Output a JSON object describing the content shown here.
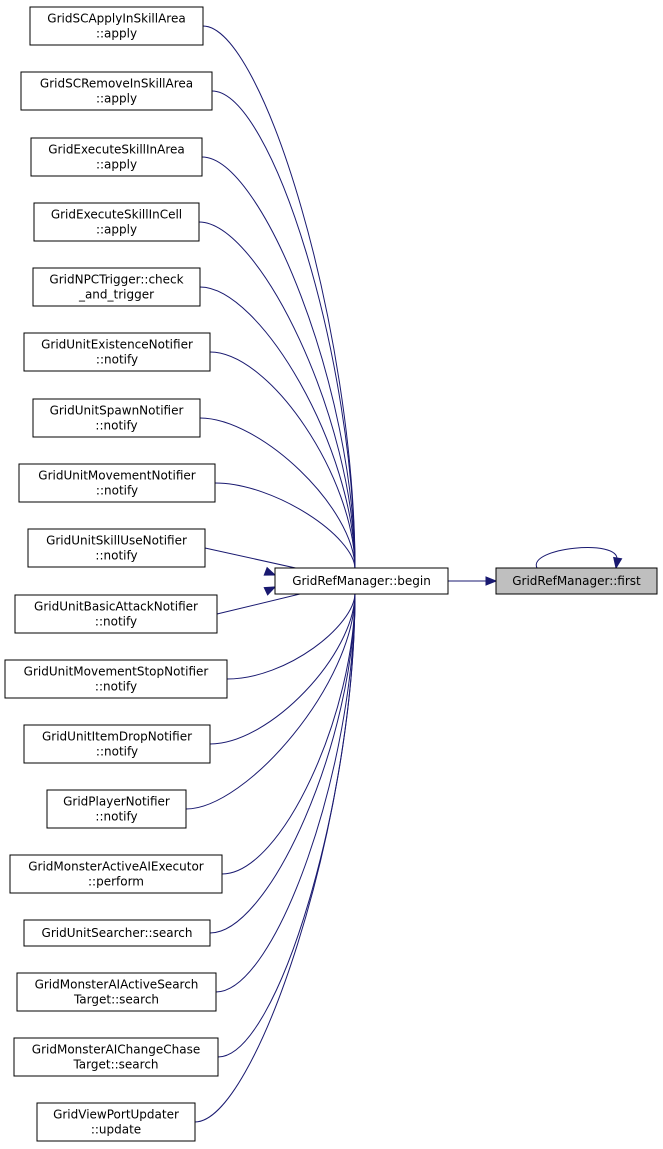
{
  "graph": {
    "target": {
      "label": "GridRefManager::first"
    },
    "hub": {
      "label": "GridRefManager::begin"
    },
    "callers": [
      {
        "lines": [
          "GridSCApplyInSkillArea",
          "::apply"
        ]
      },
      {
        "lines": [
          "GridSCRemoveInSkillArea",
          "::apply"
        ]
      },
      {
        "lines": [
          "GridExecuteSkillInArea",
          "::apply"
        ]
      },
      {
        "lines": [
          "GridExecuteSkillInCell",
          "::apply"
        ]
      },
      {
        "lines": [
          "GridNPCTrigger::check",
          "_and_trigger"
        ]
      },
      {
        "lines": [
          "GridUnitExistenceNotifier",
          "::notify"
        ]
      },
      {
        "lines": [
          "GridUnitSpawnNotifier",
          "::notify"
        ]
      },
      {
        "lines": [
          "GridUnitMovementNotifier",
          "::notify"
        ]
      },
      {
        "lines": [
          "GridUnitSkillUseNotifier",
          "::notify"
        ]
      },
      {
        "lines": [
          "GridUnitBasicAttackNotifier",
          "::notify"
        ]
      },
      {
        "lines": [
          "GridUnitMovementStopNotifier",
          "::notify"
        ]
      },
      {
        "lines": [
          "GridUnitItemDropNotifier",
          "::notify"
        ]
      },
      {
        "lines": [
          "GridPlayerNotifier",
          "::notify"
        ]
      },
      {
        "lines": [
          "GridMonsterActiveAIExecutor",
          "::perform"
        ]
      },
      {
        "lines": [
          "GridUnitSearcher::search"
        ]
      },
      {
        "lines": [
          "GridMonsterAIActiveSearch",
          "Target::search"
        ]
      },
      {
        "lines": [
          "GridMonsterAIChangeChase",
          "Target::search"
        ]
      },
      {
        "lines": [
          "GridViewPortUpdater",
          "::update"
        ]
      }
    ],
    "colors": {
      "edge": "#191970",
      "highlight_fill": "#bfbfbf"
    }
  }
}
